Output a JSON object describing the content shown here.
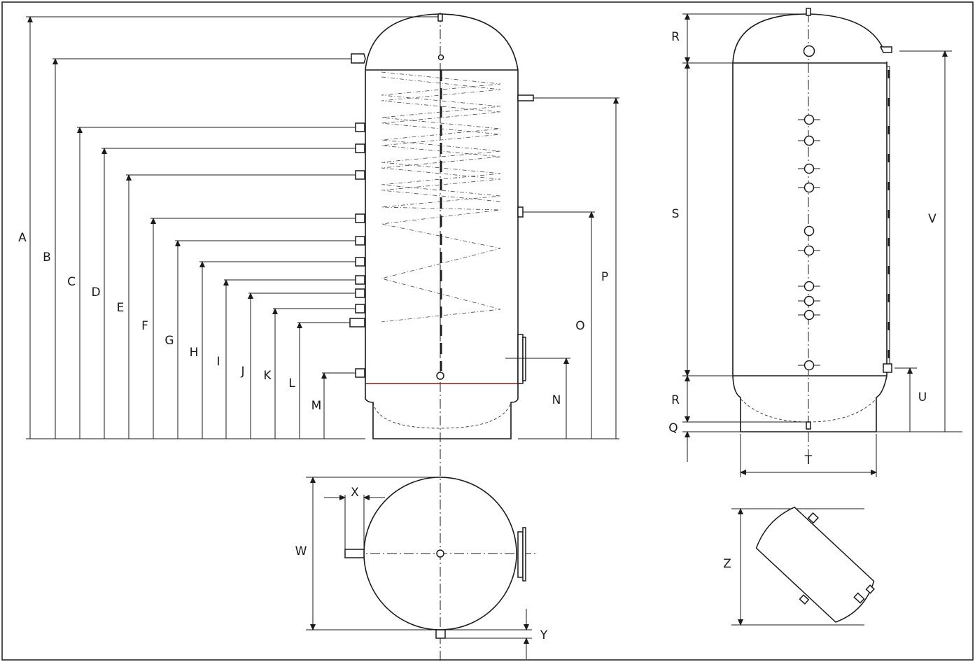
{
  "labels": {
    "A": "A",
    "B": "B",
    "C": "C",
    "D": "D",
    "E": "E",
    "F": "F",
    "G": "G",
    "H": "H",
    "I": "I",
    "J": "J",
    "K": "K",
    "L": "L",
    "M": "M",
    "N": "N",
    "O": "O",
    "P": "P",
    "Q": "Q",
    "R": "R",
    "S": "S",
    "T": "T",
    "U": "U",
    "V": "V",
    "W": "W",
    "X": "X",
    "Y": "Y",
    "Z": "Z"
  }
}
